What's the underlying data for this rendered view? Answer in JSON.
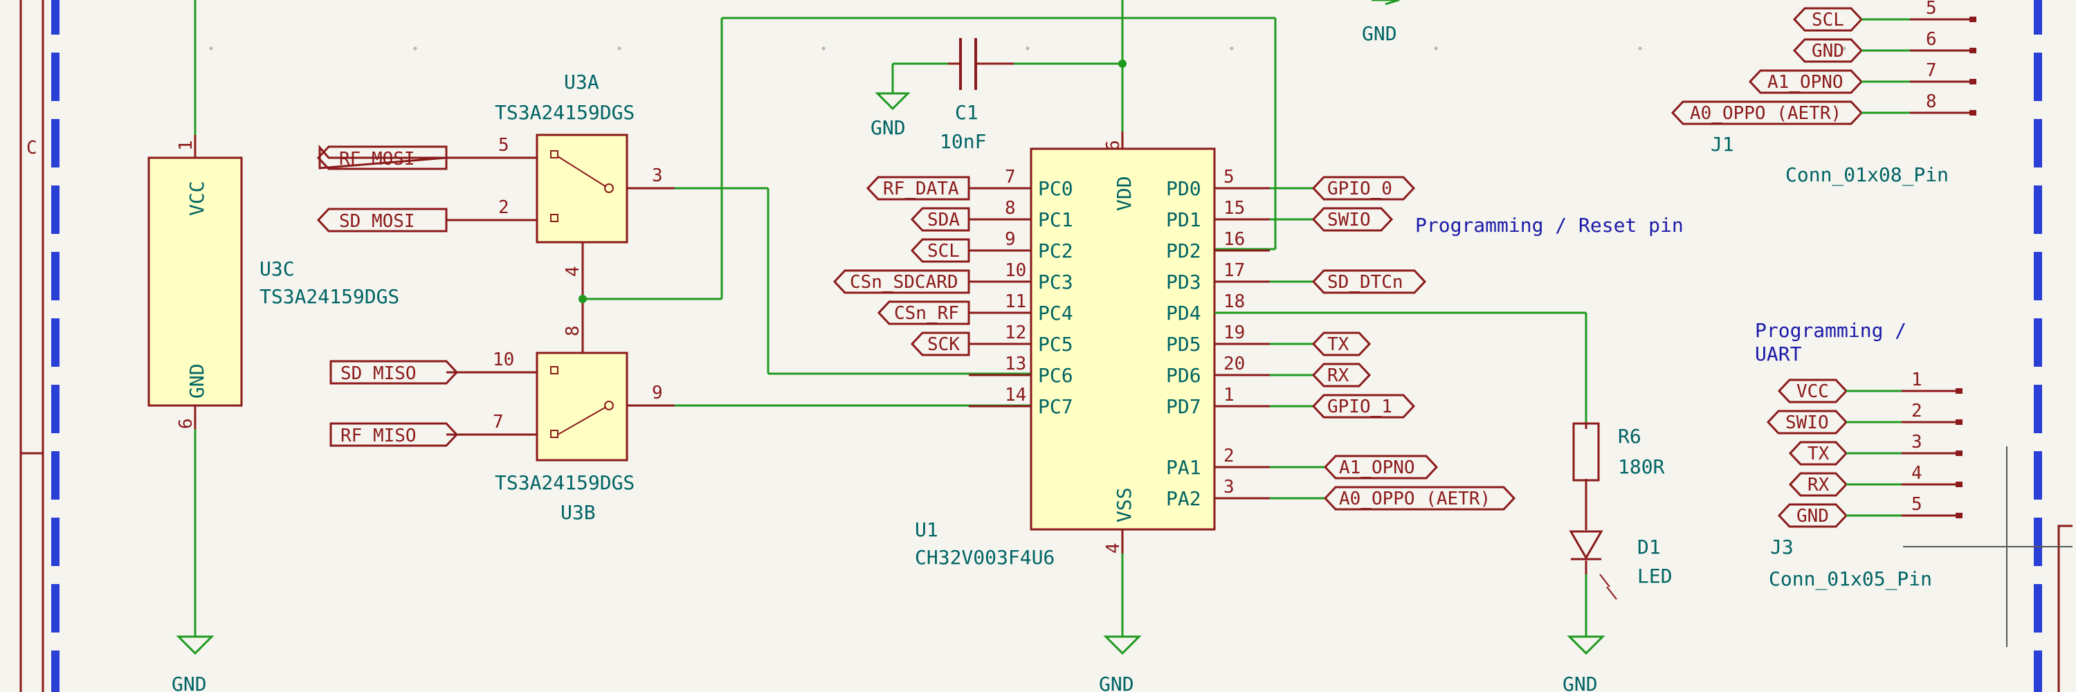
{
  "u1": {
    "ref": "U1",
    "value": "CH32V003F4U6",
    "vdd_name": "VDD",
    "vdd_num": "6",
    "vss_name": "VSS",
    "vss_num": "4",
    "left_pins": [
      {
        "name": "PC0",
        "num": "7"
      },
      {
        "name": "PC1",
        "num": "8"
      },
      {
        "name": "PC2",
        "num": "9"
      },
      {
        "name": "PC3",
        "num": "10"
      },
      {
        "name": "PC4",
        "num": "11"
      },
      {
        "name": "PC5",
        "num": "12"
      },
      {
        "name": "PC6",
        "num": "13"
      },
      {
        "name": "PC7",
        "num": "14"
      }
    ],
    "right_pins": [
      {
        "name": "PD0",
        "num": "5"
      },
      {
        "name": "PD1",
        "num": "15"
      },
      {
        "name": "PD2",
        "num": "16"
      },
      {
        "name": "PD3",
        "num": "17"
      },
      {
        "name": "PD4",
        "num": "18"
      },
      {
        "name": "PD5",
        "num": "19"
      },
      {
        "name": "PD6",
        "num": "20"
      },
      {
        "name": "PD7",
        "num": "1"
      },
      {
        "name": "PA1",
        "num": "2"
      },
      {
        "name": "PA2",
        "num": "3"
      }
    ]
  },
  "u1_left_labels": [
    "RF_DATA",
    "SDA",
    "SCL",
    "CSn_SDCARD",
    "CSn_RF",
    "SCK"
  ],
  "u1_right_labels": [
    "GPIO_0",
    "SWIO",
    "",
    "SD_DTCn",
    "",
    "TX",
    "RX",
    "GPIO_1",
    "A1_OPNO",
    "A0_OPPO (AETR)"
  ],
  "note_programming_reset": "Programming / Reset pin",
  "c1": {
    "ref": "C1",
    "value": "10nF"
  },
  "u3a": {
    "ref": "U3A",
    "value": "TS3A24159DGS",
    "pin_top": "5",
    "pin_mid": "2",
    "pin_out": "3",
    "pin_bottom": "4"
  },
  "u3b": {
    "ref": "U3B",
    "value": "TS3A24159DGS",
    "pin_top": "10",
    "pin_mid": "7",
    "pin_out": "9",
    "pin_top_ctrl": "8"
  },
  "u3c": {
    "ref": "U3C",
    "value": "TS3A24159DGS",
    "vcc": "VCC",
    "gnd": "GND",
    "vcc_num": "1",
    "gnd_num": "6"
  },
  "u3_labels": {
    "rf_mosi": "RF_MOSI",
    "sd_mosi": "SD_MOSI",
    "sd_miso": "SD_MISO",
    "rf_miso": "RF_MISO"
  },
  "r6": {
    "ref": "R6",
    "value": "180R"
  },
  "d1": {
    "ref": "D1",
    "value": "LED"
  },
  "gnd_text": "GND",
  "j1": {
    "ref": "J1",
    "value": "Conn_01x08_Pin",
    "pins": [
      {
        "label": "SCL",
        "num": "5"
      },
      {
        "label": "GND",
        "num": "6"
      },
      {
        "label": "A1_OPNO",
        "num": "7"
      },
      {
        "label": "A0_OPPO (AETR)",
        "num": "8"
      }
    ]
  },
  "j3": {
    "ref": "J3",
    "value": "Conn_01x05_Pin",
    "title_line1": "Programming /",
    "title_line2": "UART",
    "pins": [
      {
        "label": "VCC",
        "num": "1"
      },
      {
        "label": "SWIO",
        "num": "2"
      },
      {
        "label": "TX",
        "num": "3"
      },
      {
        "label": "RX",
        "num": "4"
      },
      {
        "label": "GND",
        "num": "5"
      }
    ]
  },
  "border_letter": "C"
}
